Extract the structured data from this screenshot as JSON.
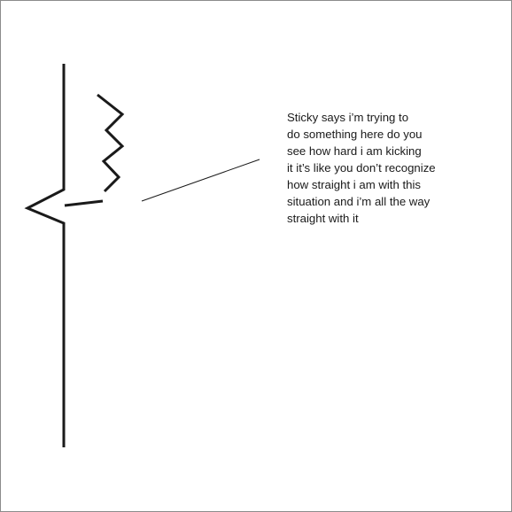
{
  "comic": {
    "caption_lines": [
      "Sticky says i’m trying to",
      "do something here do you",
      "see how hard i am kicking",
      "it it’s like you don’t recognize",
      "how straight i am with this",
      "situation and i’m all the way",
      "straight with it"
    ],
    "stroke_color": "#1a1a1a",
    "border_color": "#8c8c8c"
  }
}
